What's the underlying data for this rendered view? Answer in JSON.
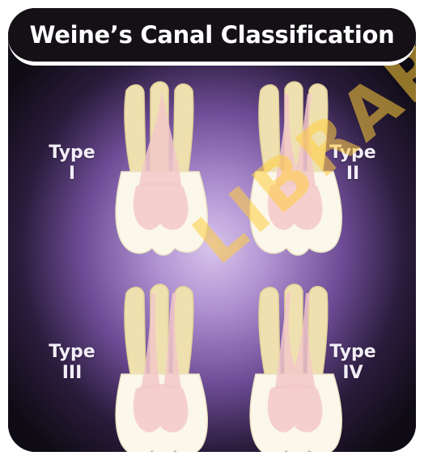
{
  "title": "Weine’s Canal Classification",
  "watermark": "LIBRARY",
  "types": [
    {
      "line1": "Type",
      "line2": "I"
    },
    {
      "line1": "Type",
      "line2": "II"
    },
    {
      "line1": "Type",
      "line2": "III"
    },
    {
      "line1": "Type",
      "line2": "IV"
    }
  ],
  "colors": {
    "background": "#0e0b14",
    "glow": "#c6ade6",
    "enamel": "#fbf7ea",
    "root": "#efe0b0",
    "pulp": "#f2c8c8"
  }
}
